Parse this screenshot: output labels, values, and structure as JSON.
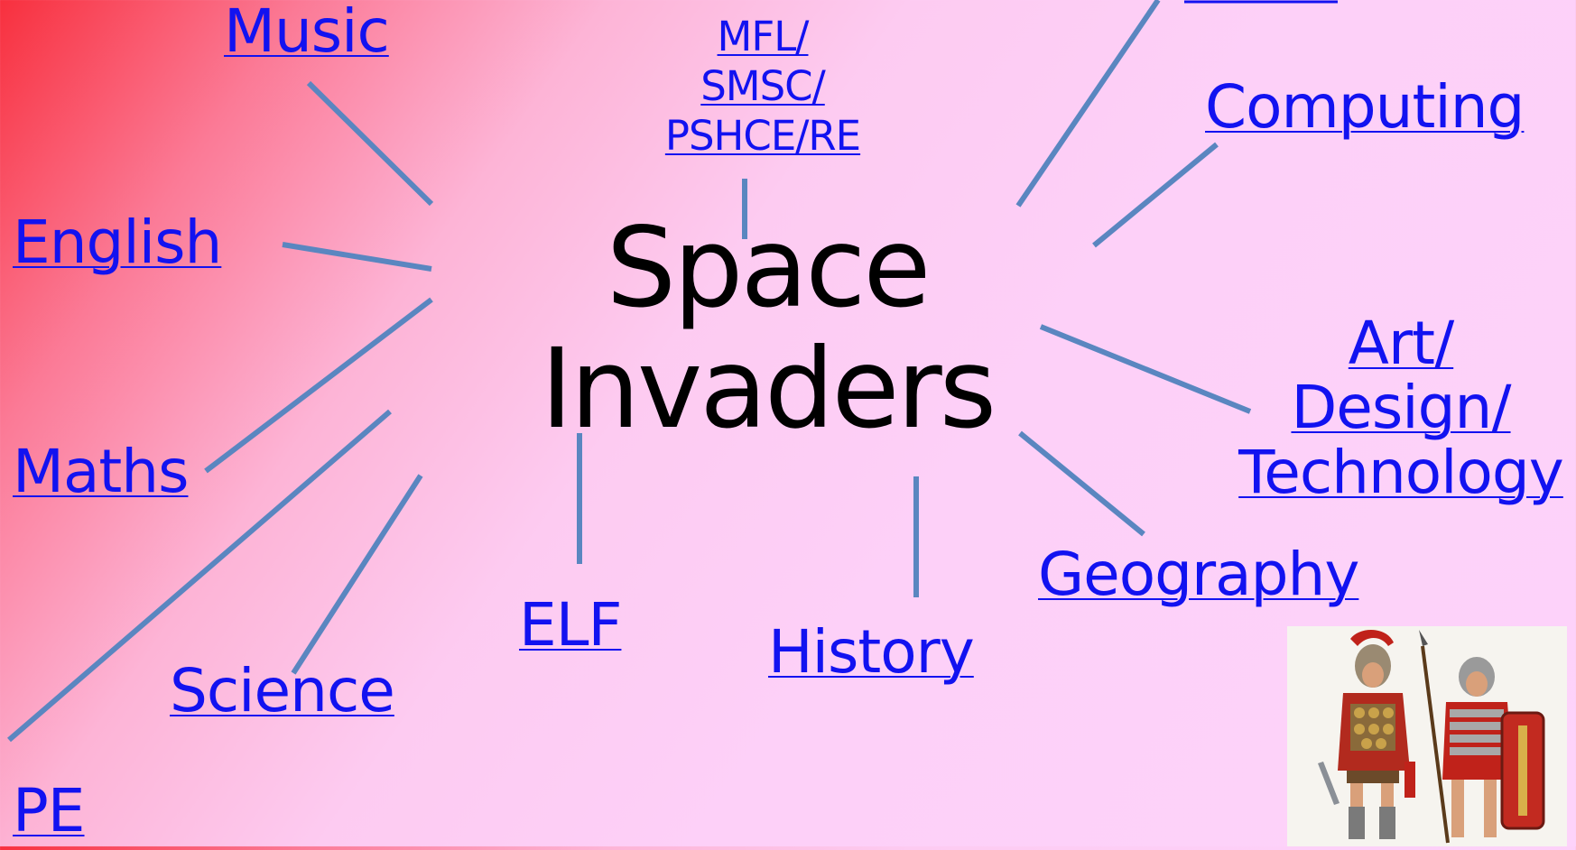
{
  "title": "Space Invaders",
  "subjects": {
    "music": "Music",
    "mfl": "MFL/\nSMSC/\nPSHCE/RE",
    "computing": "Computing",
    "english": "English",
    "maths": "Maths",
    "art": "Art/\nDesign/\nTechnology",
    "geography": "Geography",
    "elf": "ELF",
    "history": "History",
    "science": "Science",
    "pe": "PE"
  },
  "colors": {
    "link": "#1212f0",
    "connector": "#5a86c0",
    "title": "#000000"
  },
  "image": "roman-soldiers-picture"
}
